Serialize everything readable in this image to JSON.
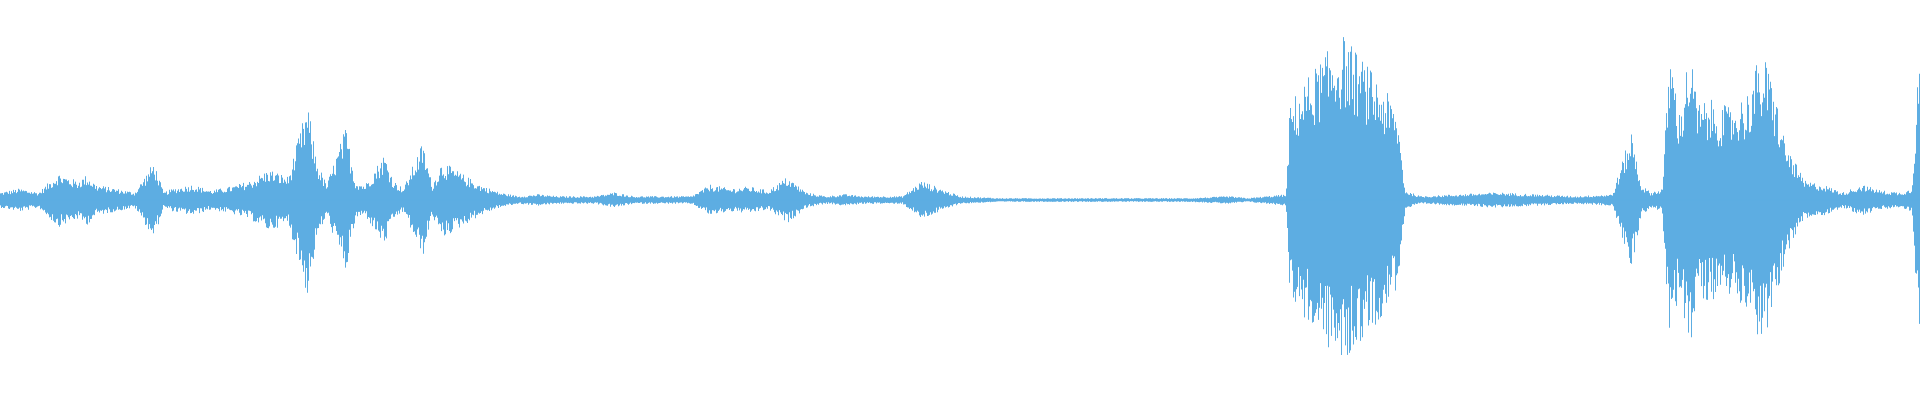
{
  "waveform": {
    "color": "#5dade2",
    "channels": 1,
    "envelope": [
      [
        0.0,
        0.04
      ],
      [
        0.01,
        0.06
      ],
      [
        0.02,
        0.04
      ],
      [
        0.03,
        0.14
      ],
      [
        0.04,
        0.1
      ],
      [
        0.045,
        0.13
      ],
      [
        0.05,
        0.08
      ],
      [
        0.06,
        0.06
      ],
      [
        0.07,
        0.04
      ],
      [
        0.08,
        0.2
      ],
      [
        0.085,
        0.04
      ],
      [
        0.09,
        0.06
      ],
      [
        0.1,
        0.08
      ],
      [
        0.11,
        0.05
      ],
      [
        0.12,
        0.07
      ],
      [
        0.13,
        0.1
      ],
      [
        0.14,
        0.16
      ],
      [
        0.15,
        0.12
      ],
      [
        0.16,
        0.5
      ],
      [
        0.165,
        0.2
      ],
      [
        0.17,
        0.08
      ],
      [
        0.18,
        0.38
      ],
      [
        0.185,
        0.1
      ],
      [
        0.19,
        0.08
      ],
      [
        0.2,
        0.24
      ],
      [
        0.205,
        0.1
      ],
      [
        0.21,
        0.06
      ],
      [
        0.22,
        0.3
      ],
      [
        0.225,
        0.08
      ],
      [
        0.23,
        0.2
      ],
      [
        0.24,
        0.14
      ],
      [
        0.25,
        0.08
      ],
      [
        0.26,
        0.04
      ],
      [
        0.27,
        0.02
      ],
      [
        0.28,
        0.03
      ],
      [
        0.29,
        0.02
      ],
      [
        0.3,
        0.02
      ],
      [
        0.31,
        0.02
      ],
      [
        0.32,
        0.04
      ],
      [
        0.33,
        0.02
      ],
      [
        0.34,
        0.02
      ],
      [
        0.35,
        0.02
      ],
      [
        0.36,
        0.02
      ],
      [
        0.37,
        0.08
      ],
      [
        0.38,
        0.06
      ],
      [
        0.39,
        0.07
      ],
      [
        0.4,
        0.05
      ],
      [
        0.41,
        0.12
      ],
      [
        0.42,
        0.04
      ],
      [
        0.43,
        0.02
      ],
      [
        0.44,
        0.03
      ],
      [
        0.45,
        0.02
      ],
      [
        0.46,
        0.02
      ],
      [
        0.47,
        0.02
      ],
      [
        0.48,
        0.1
      ],
      [
        0.49,
        0.06
      ],
      [
        0.5,
        0.02
      ],
      [
        0.52,
        0.01
      ],
      [
        0.55,
        0.01
      ],
      [
        0.58,
        0.01
      ],
      [
        0.6,
        0.01
      ],
      [
        0.62,
        0.01
      ],
      [
        0.64,
        0.02
      ],
      [
        0.65,
        0.01
      ],
      [
        0.66,
        0.02
      ],
      [
        0.67,
        0.03
      ],
      [
        0.672,
        0.5
      ],
      [
        0.68,
        0.62
      ],
      [
        0.69,
        0.75
      ],
      [
        0.7,
        0.85
      ],
      [
        0.71,
        0.72
      ],
      [
        0.72,
        0.6
      ],
      [
        0.728,
        0.45
      ],
      [
        0.732,
        0.05
      ],
      [
        0.74,
        0.02
      ],
      [
        0.76,
        0.03
      ],
      [
        0.78,
        0.04
      ],
      [
        0.8,
        0.03
      ],
      [
        0.82,
        0.02
      ],
      [
        0.84,
        0.03
      ],
      [
        0.85,
        0.36
      ],
      [
        0.855,
        0.08
      ],
      [
        0.86,
        0.04
      ],
      [
        0.866,
        0.06
      ],
      [
        0.87,
        0.8
      ],
      [
        0.875,
        0.45
      ],
      [
        0.88,
        0.78
      ],
      [
        0.885,
        0.5
      ],
      [
        0.89,
        0.52
      ],
      [
        0.9,
        0.48
      ],
      [
        0.91,
        0.55
      ],
      [
        0.915,
        0.7
      ],
      [
        0.92,
        0.72
      ],
      [
        0.925,
        0.55
      ],
      [
        0.93,
        0.3
      ],
      [
        0.94,
        0.1
      ],
      [
        0.95,
        0.08
      ],
      [
        0.96,
        0.04
      ],
      [
        0.97,
        0.08
      ],
      [
        0.98,
        0.05
      ],
      [
        0.99,
        0.04
      ],
      [
        0.996,
        0.06
      ],
      [
        1.0,
        0.8
      ]
    ]
  }
}
